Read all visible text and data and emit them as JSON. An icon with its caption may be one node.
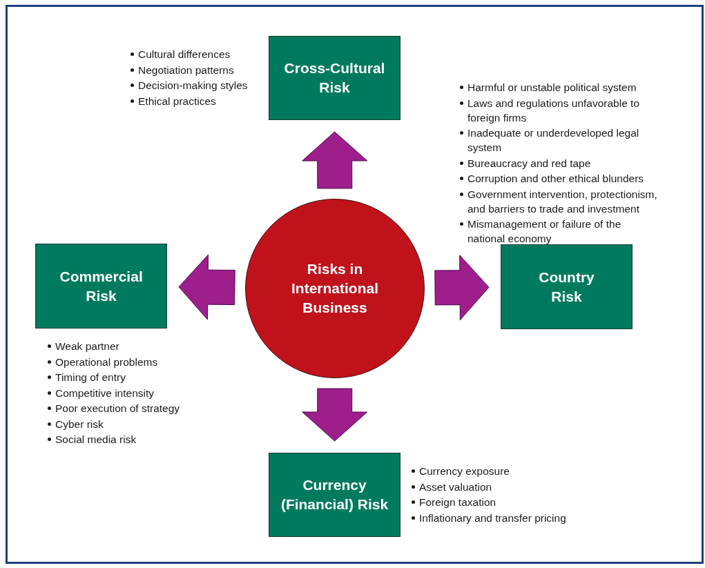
{
  "diagram": {
    "nodes": [
      {
        "text": [
          "Cross-Cultural Risk"
        ],
        "beside": [
          "Cultural differences",
          "Negotiation patterns",
          "Decision-making styles",
          "Ethical practices"
        ]
      },
      {
        "text": [
          "Commercial Risk"
        ],
        "beside": [
          "Weak partner",
          "Operational problems",
          "Timing of entry",
          "Competitive intensity",
          "Poor execution of strategy",
          "Cyber risk",
          "Social media risk"
        ]
      },
      {
        "text": [
          "Risks in International Business"
        ]
      },
      {
        "text": [
          "Country Risk"
        ],
        "beside": [
          "Harmful or unstable political system",
          "Laws and regulations unfavorable to foreign firms",
          "Inadequate or underdeveloped legal system",
          "Bureaucracy and red tape",
          "Corruption and other ethical blunders",
          "Government intervention, protectionism, and barriers to trade and investment",
          "Mismanagement or failure of the national economy"
        ]
      },
      {
        "text": [
          "Currency (Financial) Risk"
        ],
        "beside": [
          "Currency exposure",
          "Asset valuation",
          "Foreign taxation",
          "Inflationary and transfer pricing"
        ]
      }
    ],
    "edges": [
      {
        "from": 2,
        "to": 0,
        "arrow": "to",
        "style": "thick"
      },
      {
        "from": 2,
        "to": 1,
        "arrow": "to",
        "style": "thick"
      },
      {
        "from": 2,
        "to": 3,
        "arrow": "to",
        "style": "thick"
      },
      {
        "from": 2,
        "to": 4,
        "arrow": "to",
        "style": "thick"
      }
    ]
  }
}
